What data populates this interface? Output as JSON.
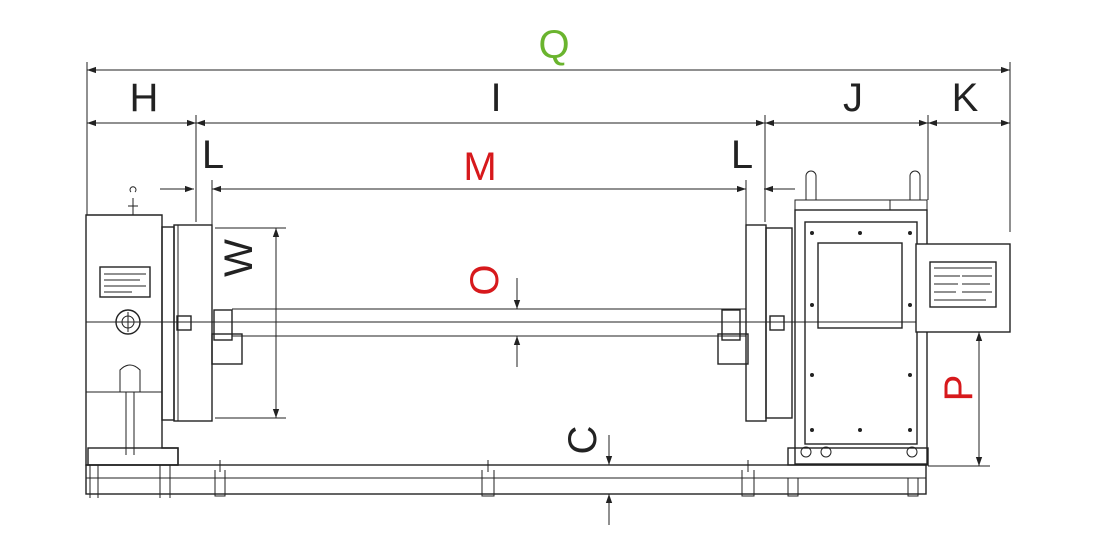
{
  "colors": {
    "ink": "#222222",
    "green": "#6ab42e",
    "red": "#d7191c"
  },
  "labels": {
    "Q": "Q",
    "H": "H",
    "I": "I",
    "J": "J",
    "K": "K",
    "L_left": "L",
    "L_right": "L",
    "M": "M",
    "W": "W",
    "O": "O",
    "P": "P",
    "C": "C"
  }
}
